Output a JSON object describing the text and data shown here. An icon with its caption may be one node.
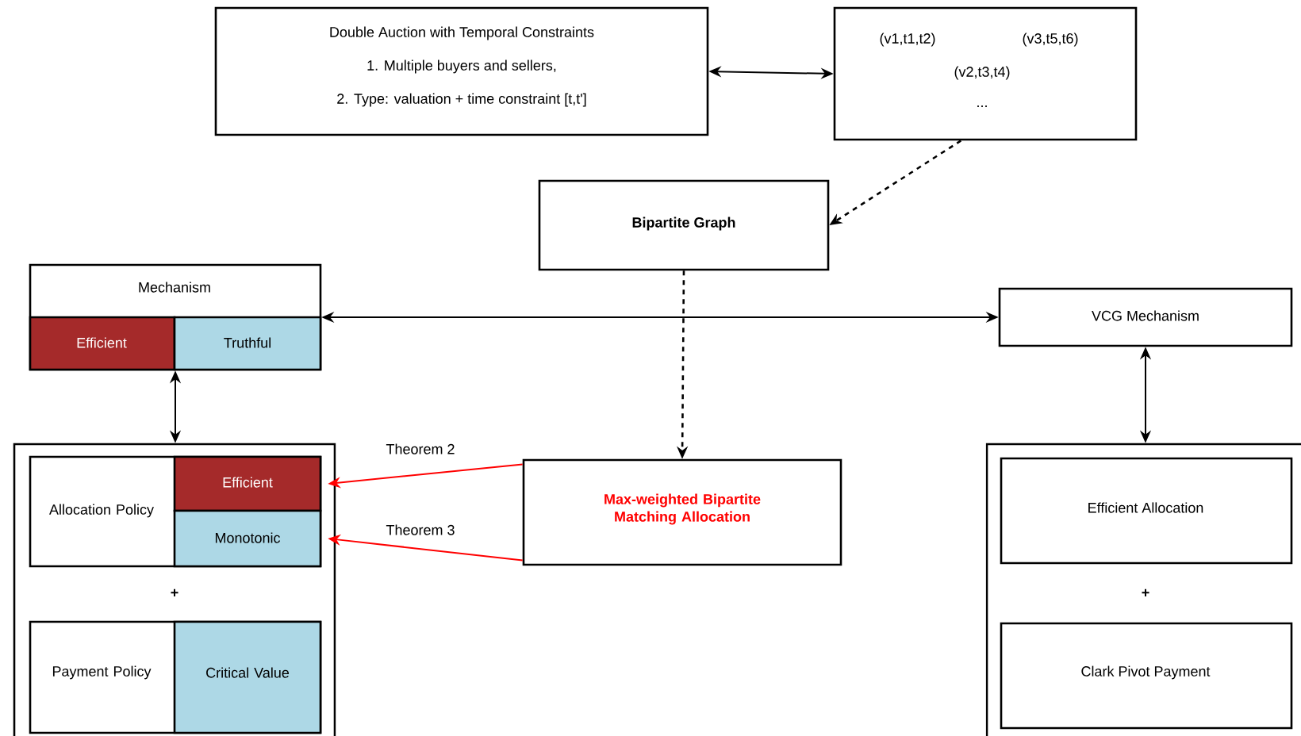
{
  "diagram": {
    "nodes": [
      {
        "text": [
          "Double Auction with Temporal Constraints",
          "1. Multiple buyers and sellers,",
          "2. Type: valuation + time constraint [t,t']"
        ]
      },
      {
        "text": [
          "(v1,t1,t2)",
          "(v3,t5,t6)",
          "(v2,t3,t4)",
          "..."
        ]
      },
      {
        "text": [
          "Bipartite Graph"
        ]
      },
      {
        "text": [
          "Mechanism"
        ]
      },
      {
        "text": [
          "Efficient"
        ],
        "in": 3
      },
      {
        "text": [
          "Truthful"
        ],
        "in": 3
      },
      {
        "text": [
          "VCG Mechanism"
        ]
      },
      {
        "text": [],
        "shape": "box"
      },
      {
        "text": [
          "Allocation Policy"
        ],
        "in": 7
      },
      {
        "text": [
          "Efficient"
        ],
        "in": 8
      },
      {
        "text": [
          "Monotonic"
        ],
        "in": 8
      },
      {
        "text": [
          "Payment Policy"
        ],
        "in": 7
      },
      {
        "text": [
          "Critical Value"
        ],
        "in": 11
      },
      {
        "text": [
          "Max-weighted Bipartite Matching Allocation"
        ]
      },
      {
        "text": [],
        "shape": "box"
      },
      {
        "text": [
          "Efficient Allocation"
        ],
        "in": 14
      },
      {
        "text": [
          "Clark Pivot Payment"
        ],
        "in": 14
      }
    ],
    "edges": [
      {
        "from": 0,
        "to": 1,
        "arrow": "both"
      },
      {
        "from": 1,
        "to": 2,
        "arrow": "to",
        "style": "dashed"
      },
      {
        "from": 3,
        "to": 6,
        "arrow": "both"
      },
      {
        "from": 2,
        "to": 13,
        "arrow": "to",
        "style": "dashed"
      },
      {
        "from": 3,
        "to": 7,
        "arrow": "both"
      },
      {
        "from": 6,
        "to": 14,
        "arrow": "both"
      },
      {
        "from": 13,
        "to": 9,
        "arrow": "to",
        "color": "#ff0000",
        "label": "Theorem 2"
      },
      {
        "from": 13,
        "to": 10,
        "arrow": "to",
        "color": "#ff0000",
        "label": "Theorem 3"
      }
    ],
    "labels": [
      "+",
      "+"
    ]
  }
}
